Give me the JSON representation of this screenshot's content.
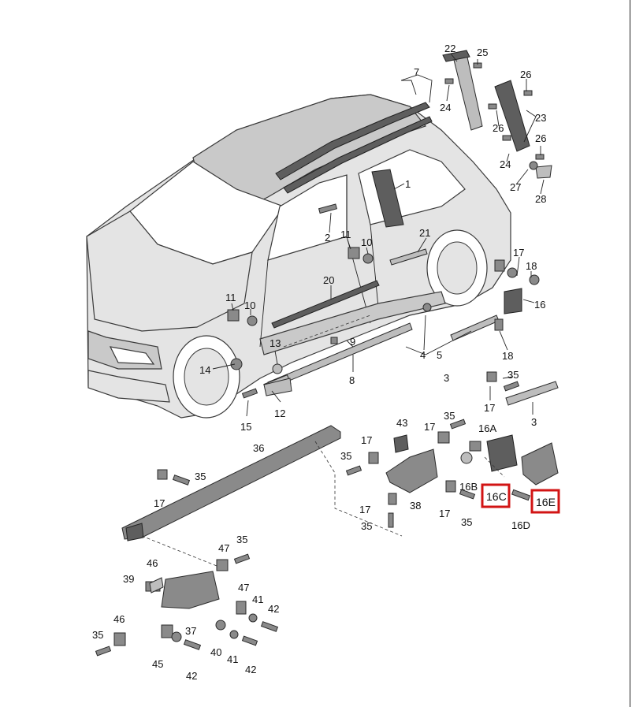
{
  "diagram": {
    "callouts": {
      "c1": "1",
      "c2": "2",
      "c3a": "3",
      "c3b": "3",
      "c4": "4",
      "c5": "5",
      "c7": "7",
      "c8": "8",
      "c9": "9",
      "c10a": "10",
      "c10b": "10",
      "c11a": "11",
      "c11b": "11",
      "c12": "12",
      "c13": "13",
      "c14": "14",
      "c15": "15",
      "c16": "16",
      "c16a": "16A",
      "c16b": "16B",
      "c16d": "16D",
      "c17a": "17",
      "c17b": "17",
      "c17c": "17",
      "c17d": "17",
      "c17e": "17",
      "c17f": "17",
      "c17g": "17",
      "c18a": "18",
      "c18b": "18",
      "c20": "20",
      "c21": "21",
      "c22": "22",
      "c23": "23",
      "c24a": "24",
      "c24b": "24",
      "c25": "25",
      "c26a": "26",
      "c26b": "26",
      "c26c": "26",
      "c27": "27",
      "c28": "28",
      "c35a": "35",
      "c35b": "35",
      "c35c": "35",
      "c35d": "35",
      "c35e": "35",
      "c35f": "35",
      "c35g": "35",
      "c36": "36",
      "c37": "37",
      "c38": "38",
      "c39": "39",
      "c40": "40",
      "c41a": "41",
      "c41b": "41",
      "c42a": "42",
      "c42b": "42",
      "c42c": "42",
      "c43": "43",
      "c45": "45",
      "c46a": "46",
      "c46b": "46",
      "c47a": "47",
      "c47b": "47"
    },
    "highlighted": [
      {
        "label": "16C",
        "color": "#d21414"
      },
      {
        "label": "16E",
        "color": "#d21414"
      }
    ]
  }
}
